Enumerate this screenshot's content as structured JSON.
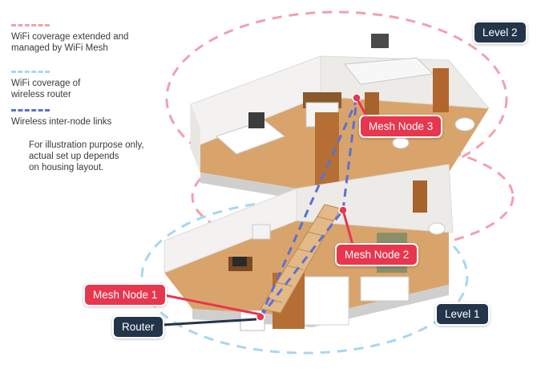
{
  "legend": {
    "items": [
      {
        "text_line1": "WiFi coverage extended and",
        "text_line2": "managed by WiFi Mesh",
        "color": "#f2a0ad"
      },
      {
        "text_line1": "WiFi coverage of",
        "text_line2": "wireless router",
        "color": "#a9d6ef"
      },
      {
        "text_line1": "Wireless inter-node links",
        "text_line2": "",
        "color": "#5d6fd3"
      }
    ],
    "note_line1": "For illustration purpose only,",
    "note_line2": "actual set up depends",
    "note_line3": "on housing layout."
  },
  "labels": {
    "level2": "Level 2",
    "level1": "Level 1",
    "mesh_node_3": "Mesh Node 3",
    "mesh_node_2": "Mesh Node 2",
    "mesh_node_1": "Mesh Node 1",
    "router": "Router"
  },
  "colors": {
    "mesh_red": "#e8364f",
    "navy": "#23354a",
    "pink_dash": "#f2a0ad",
    "blue_dash": "#a9d6ef",
    "link_dash": "#5d6fd3",
    "wood": "#c98a4b",
    "wall": "#f1f0ee"
  }
}
